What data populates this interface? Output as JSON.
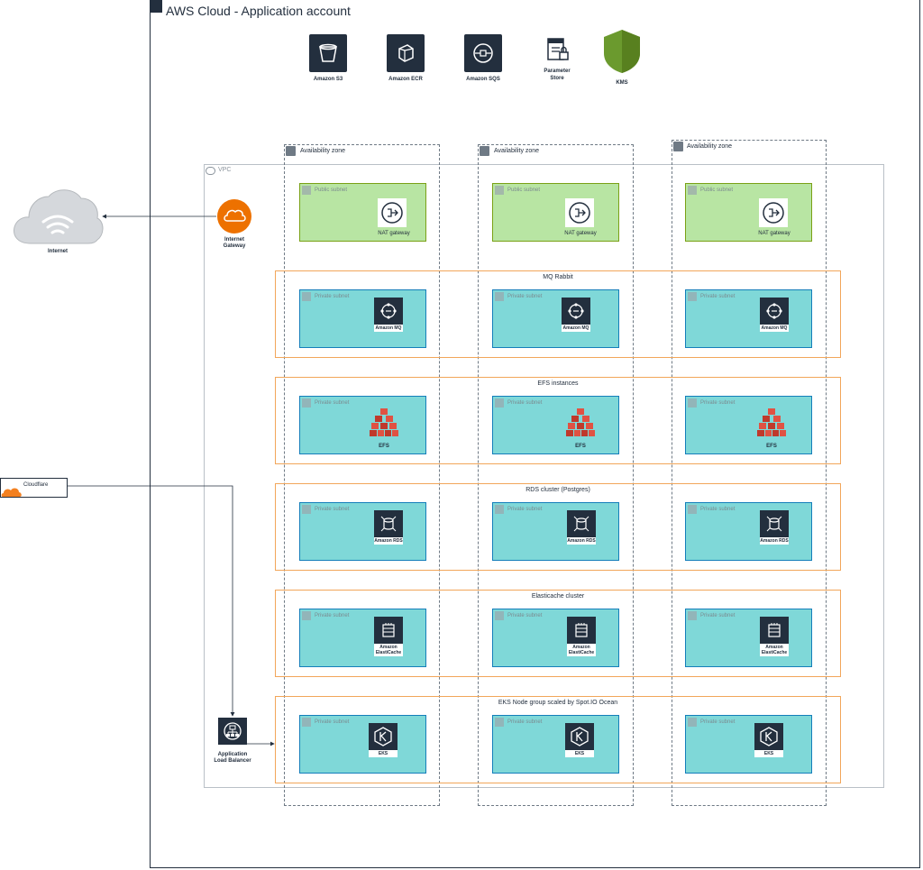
{
  "title": "AWS Cloud - Application account",
  "services": [
    {
      "name": "Amazon S3",
      "icon": "s3-bucket-icon"
    },
    {
      "name": "Amazon ECR",
      "icon": "ecr-icon"
    },
    {
      "name": "Amazon SQS",
      "icon": "sqs-icon"
    },
    {
      "name": "Parameter Store",
      "icon": "parameter-store-icon"
    },
    {
      "name": "KMS",
      "icon": "kms-shield-icon"
    }
  ],
  "vpc": {
    "label": "VPC"
  },
  "availability_zones": [
    "Availability zone",
    "Availability zone",
    "Availability zone"
  ],
  "public_subnet": {
    "label": "Public subnet",
    "resource": "NAT gateway"
  },
  "private_subnet_label": "Private subnet",
  "groups": [
    {
      "label": "MQ Rabbit",
      "resource": "Amazon MQ"
    },
    {
      "label": "EFS instances",
      "resource": "EFS"
    },
    {
      "label": "RDS cluster (Postgres)",
      "resource": "Amazon RDS"
    },
    {
      "label": "Elasticache cluster",
      "resource": "Amazon ElastiCache"
    },
    {
      "label": "EKS Node group scaled by Spot.IO Ocean",
      "resource": "EKS"
    }
  ],
  "internet": "Internet",
  "internet_gateway": "Internet Gateway",
  "cloudflare": "Cloudflare",
  "alb": "Application Load Balancer",
  "colors": {
    "public_subnet": "#b8e5a3",
    "private_subnet": "#7fd8d8",
    "group_border": "#f2a65a",
    "igw": "#ed7100",
    "kms": "#6b9a2e",
    "efs": "#d13212"
  }
}
